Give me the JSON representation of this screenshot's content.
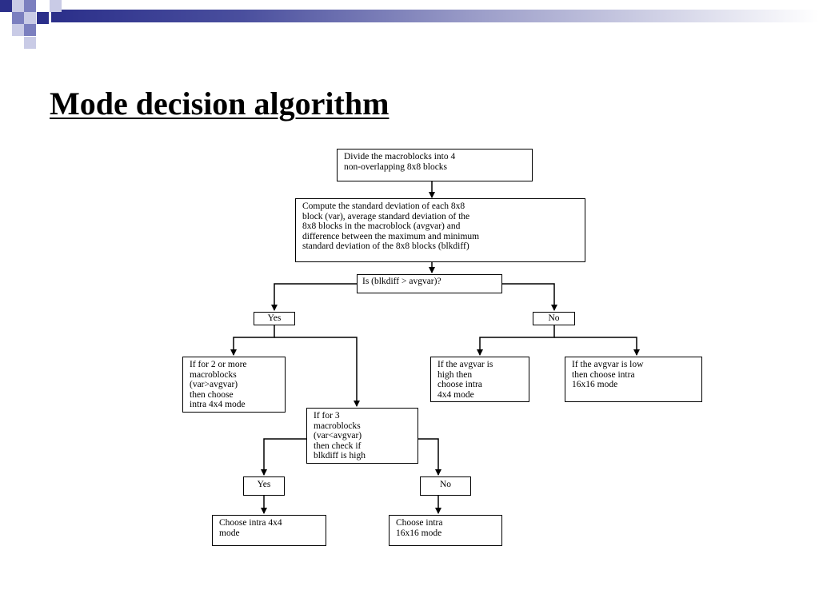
{
  "slide": {
    "title": "Mode decision algorithm"
  },
  "diagram": {
    "nodes": {
      "divide": "Divide the macroblocks into 4\nnon-overlapping 8x8 blocks",
      "compute": "Compute the standard deviation of each 8x8\nblock (var), average standard deviation of the\n8x8 blocks in the macroblock (avgvar) and\ndifference between the maximum and minimum\nstandard deviation of the 8x8 blocks (blkdiff)",
      "decision": "Is (blkdiff > avgvar)?",
      "yes_top": "Yes",
      "no_top": "No",
      "two_or_more": "If for 2 or more\nmacroblocks\n(var>avgvar)\nthen choose\nintra 4x4 mode",
      "avgvar_high": "If the avgvar is\nhigh then\nchoose intra\n4x4 mode",
      "avgvar_low": "If the avgvar is low\nthen choose intra\n16x16 mode",
      "three_blocks": "If for 3\nmacroblocks\n(var<avgvar)\nthen check if\nblkdiff is high",
      "yes_bottom": "Yes",
      "no_bottom": "No",
      "choose_4x4": "Choose intra 4x4\nmode",
      "choose_16x16": "Choose intra\n16x16 mode"
    }
  }
}
